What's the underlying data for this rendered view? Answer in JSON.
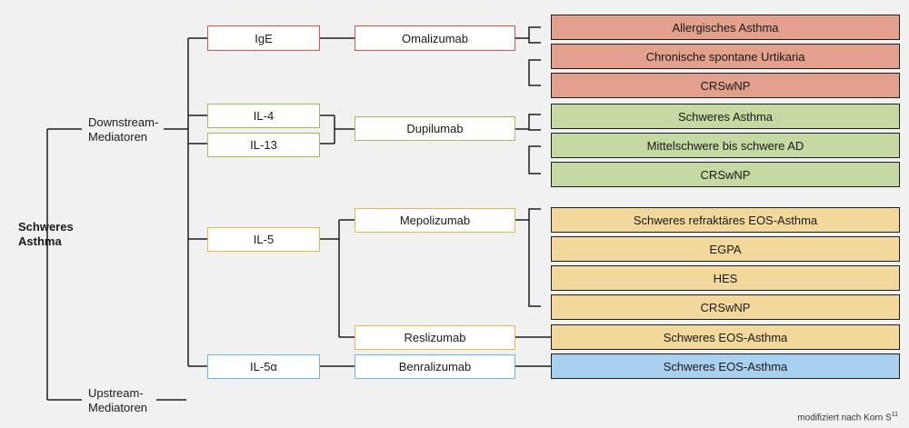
{
  "root": {
    "line1": "Schweres",
    "line2": "Asthma"
  },
  "branches": {
    "downstream": {
      "line1": "Downstream-",
      "line2": "Mediatoren"
    },
    "upstream": {
      "line1": "Upstream-",
      "line2": "Mediatoren"
    }
  },
  "targets": {
    "ige": "IgE",
    "il4": "IL-4",
    "il13": "IL-13",
    "il5": "IL-5",
    "il5a": "IL-5α"
  },
  "drugs": {
    "omalizumab": "Omalizumab",
    "dupilumab": "Dupilumab",
    "mepolizumab": "Mepolizumab",
    "reslizumab": "Reslizumab",
    "benralizumab": "Benralizumab"
  },
  "indications": {
    "omalizumab": [
      "Allergisches Asthma",
      "Chronische spontane Urtikaria",
      "CRSwNP"
    ],
    "dupilumab": [
      "Schweres Asthma",
      "Mittelschwere bis schwere AD",
      "CRSwNP"
    ],
    "mepolizumab": [
      "Schweres refraktäres EOS-Asthma",
      "EGPA",
      "HES",
      "CRSwNP"
    ],
    "reslizumab": [
      "Schweres EOS-Asthma"
    ],
    "benralizumab": [
      "Schweres EOS-Asthma"
    ]
  },
  "source": {
    "text": "modifiziert nach Korn S",
    "sup": "11"
  },
  "colors": {
    "ige": "#d9534f",
    "il4_il13": "#9cbb63",
    "il5": "#e8b84a",
    "il5a": "#6fb3e0",
    "fill_red": "#e3a08d",
    "fill_green": "#c6d9a3",
    "fill_yellow": "#f2d89a",
    "fill_blue": "#a9d0ee"
  }
}
